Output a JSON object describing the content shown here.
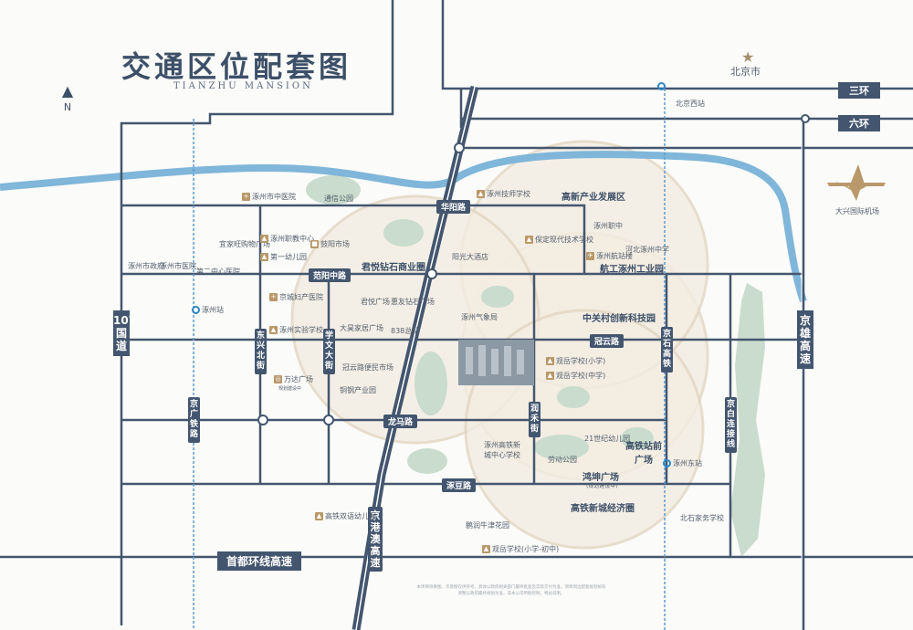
{
  "title": "交通区位配套图",
  "subtitle": "TIANZHU MANSION",
  "compass": "N",
  "city": "北京市",
  "rings": [
    "三环",
    "六环"
  ],
  "highways": {
    "g107": "107国道",
    "jingxiong": "京雄高速",
    "jinggangao": "京港澳高速",
    "shoudu": "首都环线高速"
  },
  "roads": {
    "huayang": "华阳路",
    "fanyang": "范阳中路",
    "guanyun": "冠云路",
    "longma": "龙马路",
    "zhuodou": "涿豆路",
    "dongxing": "东兴北街",
    "xuewen": "学文大街",
    "runhe": "润禾街",
    "jingshi": "京石高铁",
    "jingguang": "京广铁路",
    "jingbai": "京白连接线"
  },
  "zones": {
    "gaoxin": "高新产业发展区",
    "junyue": "君悦钻石商业圈",
    "zhongguancun": "中关村创新科技园",
    "gaotiezhanqian": "高铁站前广场",
    "hongkun": "鸿坤广场",
    "hongkun_note": "(规划建设中)",
    "gaotiecheng": "高铁新城经济圈",
    "hanggong": "航工涿州工业园",
    "daxing": "大兴国际机场"
  },
  "stations": {
    "beijingxi": "北京西站",
    "zhuozhou": "涿州站",
    "zhuozhoudong": "涿州东站"
  },
  "pois": {
    "tongcheng": "涿州市中医院",
    "tongjiangongyuan": "通信公园",
    "zhuozhoujiyi": "涿州技师学校",
    "yijia": "宜家旺购物广场",
    "zhiye": "涿州职教中心",
    "diyi": "第一幼儿园",
    "guyang": "鼓阳市场",
    "zhengfu": "涿州市政府",
    "shiyiyuan": "涿州市医院",
    "dier": "第二中心医院",
    "baoding": "保定现代技术学校",
    "zhuozhouzhizhong": "涿州职中",
    "hangzhan": "涿州航站楼",
    "hebeizhong": "河北涿州中学",
    "yangguang": "阳光大酒店",
    "jingcheng": "京城妇产医院",
    "shiyan": "涿州实验学校",
    "junyueguang": "君悦广场",
    "huiyou": "惠友钻石广场",
    "dayou": "大昊家居广场",
    "bashi": "838总站",
    "qixiang": "涿州气象局",
    "guanyunlu": "冠云路便民市场",
    "wanda": "万达广场",
    "wanda_note": "规划建设中",
    "tonghang": "铜钢产业园",
    "guanxiao": "观岳学校(小学)",
    "guanzhong": "观岳学校(中学)",
    "gaotiexin": "涿州高铁新城中心学校",
    "laodong": "劳动公园",
    "ershiyi": "21世纪幼儿园",
    "gaotieshuangyu": "高铁双语幼儿园",
    "pengrun": "鹏润牛津花园",
    "guanxiaozhong": "观岳学校(小学-初中)",
    "beishi": "北石家务学校"
  },
  "disclaimer": "本项目效果图、示意图仅供参考，具体以政府相关部门最终批复及实际交付为准，项目周边配套规划如有调整以政府最终规划为准，非本公司所能控制，特此说明。"
}
